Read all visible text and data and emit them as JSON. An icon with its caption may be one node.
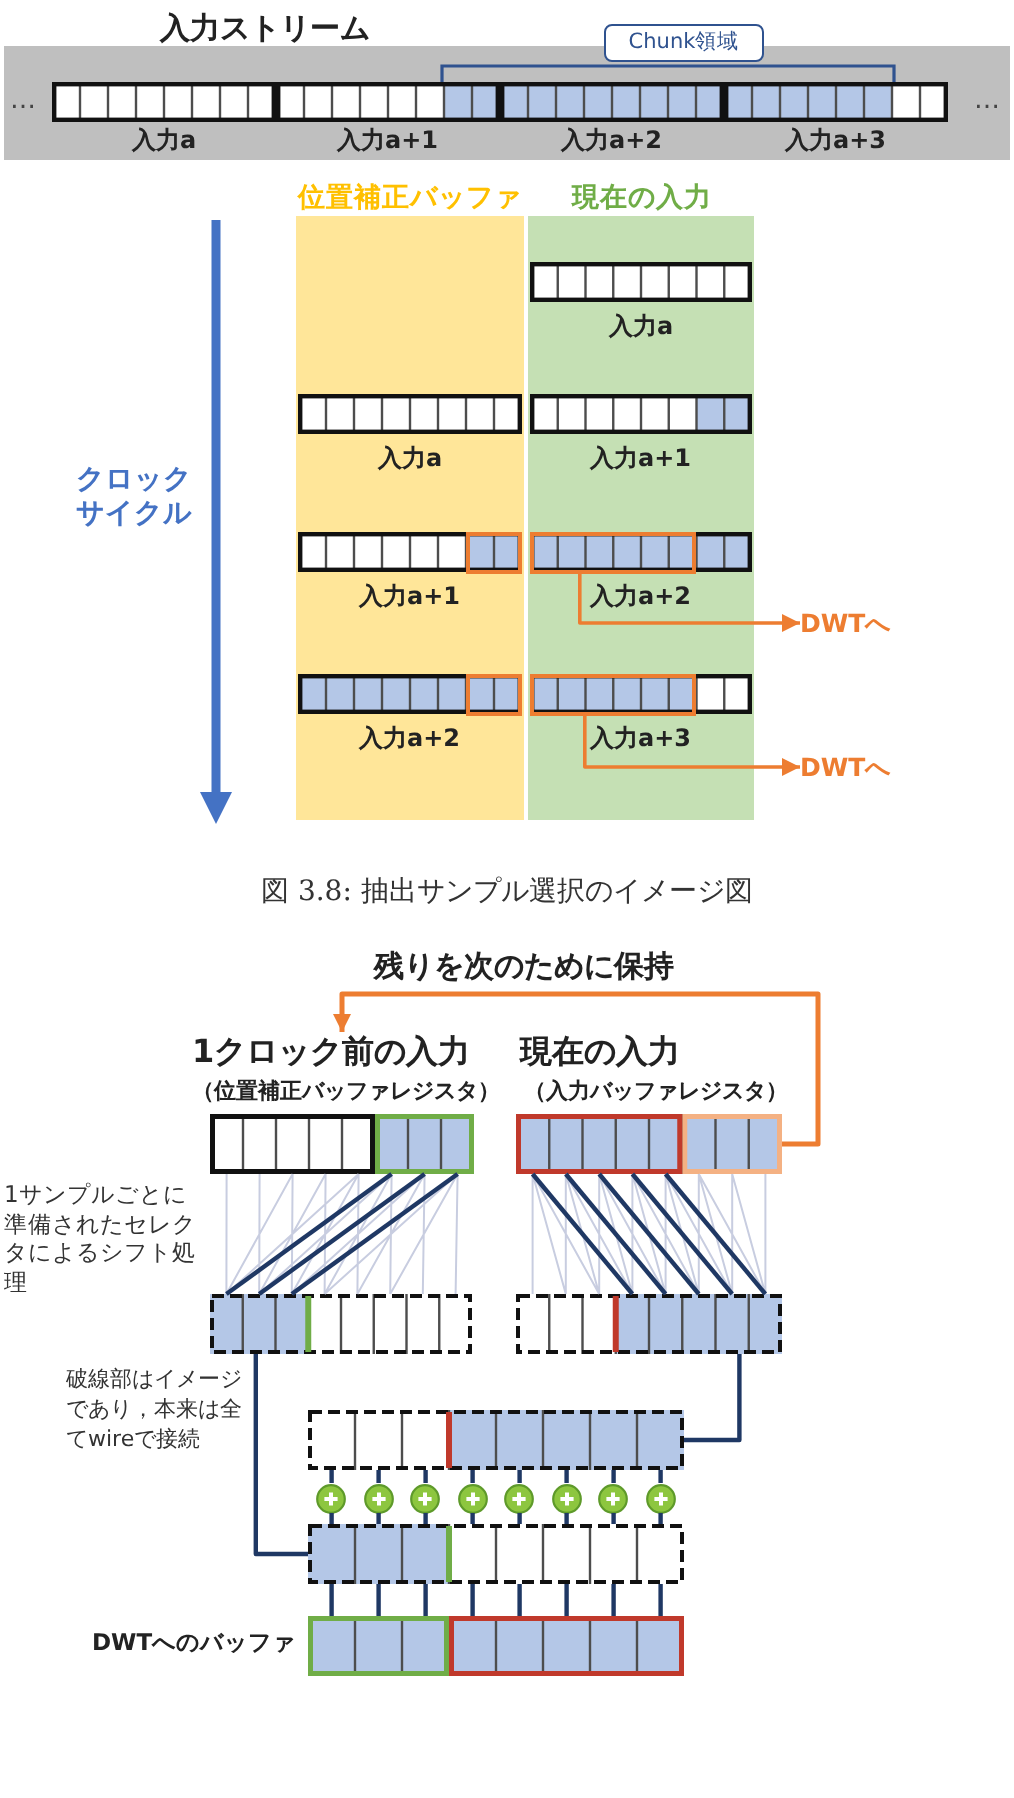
{
  "diagram": {
    "caption": "図 3.8: 抽出サンプル選択のイメージ図",
    "nodes": [
      {
        "text": [
          "入力ストリーム",
          "…",
          "…"
        ]
      },
      {
        "text": [
          "Chunk領域"
        ]
      },
      {
        "text": [
          "入力a"
        ],
        "in": 0
      },
      {
        "text": [
          "入力a+1"
        ],
        "in": 0
      },
      {
        "text": [
          "入力a+2"
        ],
        "in": 0
      },
      {
        "text": [
          "入力a+3"
        ],
        "in": 0
      },
      {
        "text": [
          "位置補正バッファ"
        ]
      },
      {
        "text": [
          "現在の入力"
        ]
      },
      {
        "text": [
          "入力a"
        ],
        "in": 7
      },
      {
        "text": [
          "入力a"
        ],
        "in": 6
      },
      {
        "text": [
          "入力a+1"
        ],
        "in": 7
      },
      {
        "text": [
          "入力a+1"
        ],
        "in": 6
      },
      {
        "text": [],
        "shape": "box",
        "in": 11
      },
      {
        "text": [
          "入力a+2"
        ],
        "in": 7
      },
      {
        "text": [],
        "shape": "box",
        "in": 13
      },
      {
        "text": [
          "DWTへ"
        ]
      },
      {
        "text": [
          "入力a+2"
        ],
        "in": 6
      },
      {
        "text": [],
        "shape": "box",
        "in": 16
      },
      {
        "text": [
          "入力a+3"
        ],
        "in": 7
      },
      {
        "text": [],
        "shape": "box",
        "in": 18
      },
      {
        "text": [
          "DWTへ"
        ]
      },
      {
        "text": [
          "1クロック前の入力",
          "（位置補正バッファレジスタ）"
        ]
      },
      {
        "text": [
          "現在の入力",
          "（入力バッファレジスタ）"
        ]
      },
      {
        "text": [],
        "shape": "box"
      },
      {
        "text": [],
        "shape": "box"
      },
      {
        "text": [],
        "shape": "box"
      },
      {
        "text": [],
        "shape": "circle"
      },
      {
        "text": [],
        "shape": "circle"
      },
      {
        "text": [],
        "shape": "circle"
      },
      {
        "text": [],
        "shape": "circle"
      },
      {
        "text": [],
        "shape": "circle"
      },
      {
        "text": [],
        "shape": "circle"
      },
      {
        "text": [],
        "shape": "circle"
      },
      {
        "text": [],
        "shape": "circle"
      },
      {
        "text": [],
        "shape": "box"
      },
      {
        "text": [
          "DWTへのバッファ"
        ]
      }
    ],
    "edges": [
      {
        "from": 14,
        "to": 15,
        "arrow": "to",
        "color": "#ed7d31"
      },
      {
        "from": 19,
        "to": 20,
        "arrow": "to",
        "color": "#ed7d31"
      },
      {
        "from": 22,
        "to": 21,
        "arrow": "to",
        "label": "残りを次のために保持",
        "color": "#ed7d31"
      },
      {
        "from": 21,
        "to": 23,
        "arrow": "none",
        "color": "#c8cde0"
      },
      {
        "from": 21,
        "to": 23,
        "arrow": "none"
      },
      {
        "from": 21,
        "to": 23,
        "arrow": "none"
      },
      {
        "from": 21,
        "to": 23,
        "arrow": "none"
      },
      {
        "from": 22,
        "to": 24,
        "arrow": "none",
        "color": "#c8cde0"
      },
      {
        "from": 22,
        "to": 24,
        "arrow": "none"
      },
      {
        "from": 22,
        "to": 24,
        "arrow": "none"
      },
      {
        "from": 22,
        "to": 24,
        "arrow": "none"
      },
      {
        "from": 22,
        "to": 24,
        "arrow": "none"
      },
      {
        "from": 22,
        "to": 24,
        "arrow": "none"
      },
      {
        "from": 23,
        "to": 34,
        "arrow": "none"
      },
      {
        "from": 24,
        "to": 25,
        "arrow": "none"
      },
      {
        "from": 25,
        "to": 26,
        "arrow": "none"
      },
      {
        "from": 25,
        "to": 27,
        "arrow": "none"
      },
      {
        "from": 25,
        "to": 28,
        "arrow": "none"
      },
      {
        "from": 25,
        "to": 29,
        "arrow": "none"
      },
      {
        "from": 25,
        "to": 30,
        "arrow": "none"
      },
      {
        "from": 25,
        "to": 31,
        "arrow": "none"
      },
      {
        "from": 25,
        "to": 32,
        "arrow": "none"
      },
      {
        "from": 25,
        "to": 33,
        "arrow": "none"
      },
      {
        "from": 26,
        "to": 34,
        "arrow": "none"
      },
      {
        "from": 27,
        "to": 34,
        "arrow": "none"
      },
      {
        "from": 28,
        "to": 34,
        "arrow": "none"
      },
      {
        "from": 29,
        "to": 34,
        "arrow": "none"
      },
      {
        "from": 30,
        "to": 34,
        "arrow": "none"
      },
      {
        "from": 31,
        "to": 34,
        "arrow": "none"
      },
      {
        "from": 32,
        "to": 34,
        "arrow": "none"
      },
      {
        "from": 33,
        "to": 34,
        "arrow": "none"
      },
      {
        "from": 34,
        "to": 35,
        "arrow": "none"
      },
      {
        "from": 34,
        "to": 35,
        "arrow": "none"
      },
      {
        "from": 34,
        "to": 35,
        "arrow": "none"
      },
      {
        "from": 34,
        "to": 35,
        "arrow": "none"
      },
      {
        "from": 34,
        "to": 35,
        "arrow": "none"
      },
      {
        "from": 34,
        "to": 35,
        "arrow": "none"
      },
      {
        "from": 34,
        "to": 35,
        "arrow": "none"
      },
      {
        "from": 34,
        "to": 35,
        "arrow": "none"
      }
    ],
    "labels": [
      "クロックサイクル",
      "1サンプルごとに準備されたセレクタによるシフト処理",
      "破線部はイメージであり，本来は全てwireで接続"
    ]
  }
}
